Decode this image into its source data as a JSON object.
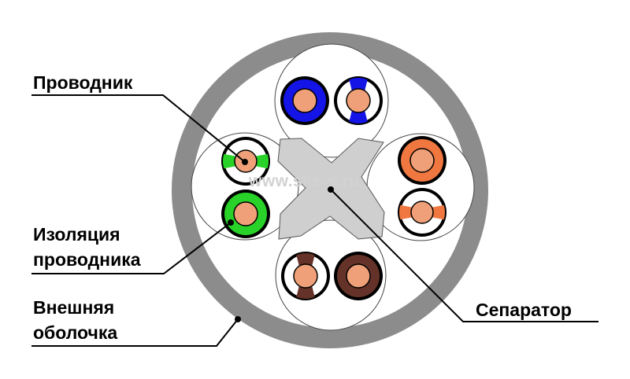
{
  "labels": {
    "conductor": "Проводник",
    "insulation_line1": "Изоляция",
    "insulation_line2": "проводника",
    "jacket_line1": "Внешняя",
    "jacket_line2": "оболочка",
    "separator": "Сепаратор"
  },
  "watermark": "www.sks-s.ru",
  "colors": {
    "jacket": "#8c8c8c",
    "core": "#ffffff",
    "separator": "#d0d0d0",
    "copper": "#f0a078",
    "blue": "#1414e6",
    "orange": "#f07840",
    "green": "#28d228",
    "brown": "#643228",
    "outline": "#000000"
  },
  "pairs": [
    {
      "name": "blue-pair",
      "solid": "blue",
      "striped": "white-blue"
    },
    {
      "name": "orange-pair",
      "solid": "orange",
      "striped": "white-orange"
    },
    {
      "name": "green-pair",
      "solid": "green",
      "striped": "white-green"
    },
    {
      "name": "brown-pair",
      "solid": "brown",
      "striped": "white-brown"
    }
  ]
}
